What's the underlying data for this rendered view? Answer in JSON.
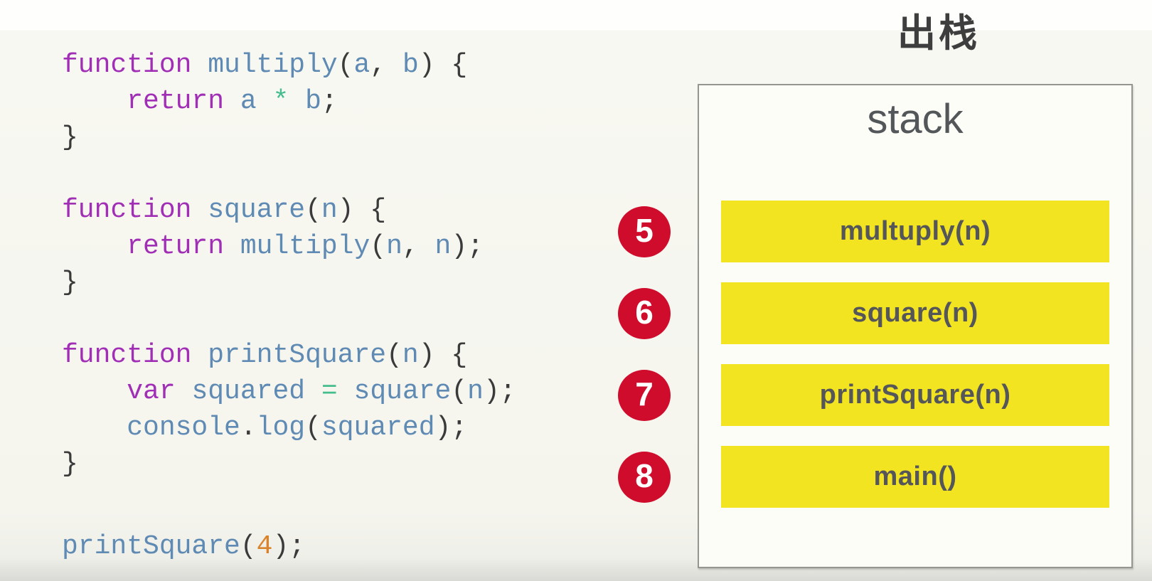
{
  "title": "出栈",
  "stack_panel": {
    "label": "stack",
    "frames": [
      {
        "step": "5",
        "label": "multuply(n)"
      },
      {
        "step": "6",
        "label": "square(n)"
      },
      {
        "step": "7",
        "label": "printSquare(n)"
      },
      {
        "step": "8",
        "label": "main()"
      }
    ]
  },
  "code": {
    "lines": [
      [
        [
          "kw",
          "function"
        ],
        [
          "pl",
          " "
        ],
        [
          "id",
          "multiply"
        ],
        [
          "pu",
          "("
        ],
        [
          "id",
          "a"
        ],
        [
          "pu",
          ","
        ],
        [
          "pl",
          " "
        ],
        [
          "id",
          "b"
        ],
        [
          "pu",
          ") {"
        ]
      ],
      [
        [
          "pl",
          "    "
        ],
        [
          "kw",
          "return"
        ],
        [
          "pl",
          " "
        ],
        [
          "id",
          "a"
        ],
        [
          "pl",
          " "
        ],
        [
          "op",
          "*"
        ],
        [
          "pl",
          " "
        ],
        [
          "id",
          "b"
        ],
        [
          "pu",
          ";"
        ]
      ],
      [
        [
          "pu",
          "}"
        ]
      ],
      [],
      [
        [
          "kw",
          "function"
        ],
        [
          "pl",
          " "
        ],
        [
          "id",
          "square"
        ],
        [
          "pu",
          "("
        ],
        [
          "id",
          "n"
        ],
        [
          "pu",
          ") {"
        ]
      ],
      [
        [
          "pl",
          "    "
        ],
        [
          "kw",
          "return"
        ],
        [
          "pl",
          " "
        ],
        [
          "id",
          "multiply"
        ],
        [
          "pu",
          "("
        ],
        [
          "id",
          "n"
        ],
        [
          "pu",
          ","
        ],
        [
          "pl",
          " "
        ],
        [
          "id",
          "n"
        ],
        [
          "pu",
          ");"
        ]
      ],
      [
        [
          "pu",
          "}"
        ]
      ],
      [],
      [
        [
          "kw",
          "function"
        ],
        [
          "pl",
          " "
        ],
        [
          "id",
          "printSquare"
        ],
        [
          "pu",
          "("
        ],
        [
          "id",
          "n"
        ],
        [
          "pu",
          ") {"
        ]
      ],
      [
        [
          "pl",
          "    "
        ],
        [
          "kw",
          "var"
        ],
        [
          "pl",
          " "
        ],
        [
          "id",
          "squared"
        ],
        [
          "pl",
          " "
        ],
        [
          "op",
          "="
        ],
        [
          "pl",
          " "
        ],
        [
          "id",
          "square"
        ],
        [
          "pu",
          "("
        ],
        [
          "id",
          "n"
        ],
        [
          "pu",
          ");"
        ]
      ],
      [
        [
          "pl",
          "    "
        ],
        [
          "id",
          "console"
        ],
        [
          "pu",
          "."
        ],
        [
          "id",
          "log"
        ],
        [
          "pu",
          "("
        ],
        [
          "id",
          "squared"
        ],
        [
          "pu",
          ");"
        ]
      ],
      [
        [
          "pu",
          "}"
        ]
      ],
      [],
      [
        [
          "id",
          "printSquare"
        ],
        [
          "pu",
          "("
        ],
        [
          "num",
          "4"
        ],
        [
          "pu",
          ");"
        ]
      ]
    ]
  },
  "colors": {
    "keyword": "#a02fb5",
    "identifier": "#5e8ab3",
    "punctuation": "#3a3a3a",
    "operator": "#45bd8d",
    "number": "#d9832c",
    "bar_fill": "#f3e421",
    "bar_text": "#55565a",
    "circle_fill": "#d00c2d",
    "circle_text": "#ffffff",
    "panel_border": "#94968f",
    "title_text": "#3e3e3e",
    "stack_label": "#53575a"
  }
}
